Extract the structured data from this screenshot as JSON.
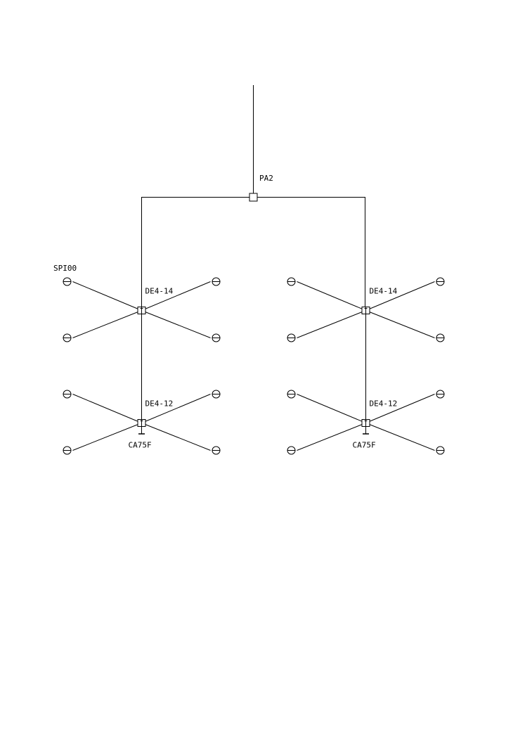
{
  "diagram": {
    "splitter_label": "PA2",
    "outlet_label": "SPI00",
    "groups": [
      {
        "side": "left",
        "taps": [
          {
            "label": "DE4-14",
            "terminator": ""
          },
          {
            "label": "DE4-12",
            "terminator": "CA75F"
          }
        ]
      },
      {
        "side": "right",
        "taps": [
          {
            "label": "DE4-14",
            "terminator": ""
          },
          {
            "label": "DE4-12",
            "terminator": "CA75F"
          }
        ]
      }
    ]
  }
}
